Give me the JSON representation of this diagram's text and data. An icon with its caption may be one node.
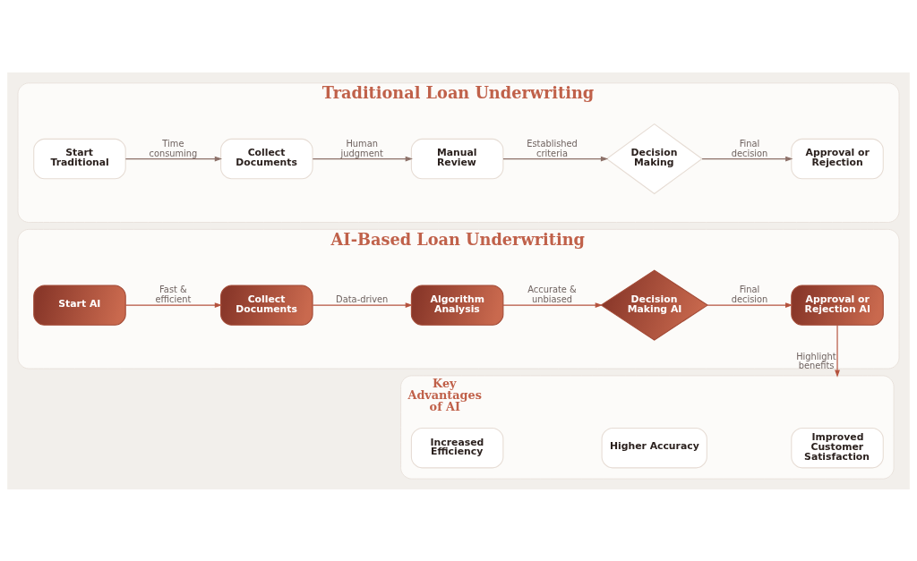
{
  "diagram": {
    "nodes": [
      {
        "text": [
          "Traditional Loan Underwriting"
        ]
      },
      {
        "text": [
          "Start Traditional"
        ],
        "in": 0
      },
      {
        "text": [
          "Collect Documents"
        ],
        "in": 0
      },
      {
        "text": [
          "Manual Review"
        ],
        "in": 0
      },
      {
        "text": [
          "Decision Making"
        ],
        "in": 0
      },
      {
        "text": [
          "Approval or Rejection"
        ],
        "in": 0
      },
      {
        "text": [
          "AI-Based Loan Underwriting"
        ]
      },
      {
        "text": [
          "Start AI"
        ],
        "in": 6
      },
      {
        "text": [
          "Collect Documents"
        ],
        "in": 6
      },
      {
        "text": [
          "Algorithm Analysis"
        ],
        "in": 6
      },
      {
        "text": [
          "Decision Making AI"
        ],
        "in": 6
      },
      {
        "text": [
          "Approval or Rejection AI"
        ],
        "in": 6
      },
      {
        "text": [
          "Key Advantages of AI"
        ]
      },
      {
        "text": [
          "Increased Efficiency"
        ],
        "in": 12
      },
      {
        "text": [
          "Higher Accuracy"
        ],
        "in": 12
      },
      {
        "text": [
          "Improved Customer Satisfaction"
        ],
        "in": 12
      }
    ],
    "edges": [
      {
        "from": 1,
        "to": 2,
        "arrow": "to",
        "label": "Time consuming",
        "color": "#8c7068"
      },
      {
        "from": 2,
        "to": 3,
        "arrow": "to",
        "label": "Human judgment",
        "color": "#8c7068"
      },
      {
        "from": 3,
        "to": 4,
        "arrow": "to",
        "label": "Established criteria",
        "color": "#8c7068"
      },
      {
        "from": 4,
        "to": 5,
        "arrow": "to",
        "label": "Final decision",
        "color": "#8c7068"
      },
      {
        "from": 7,
        "to": 8,
        "arrow": "to",
        "label": "Fast & efficient"
      },
      {
        "from": 8,
        "to": 9,
        "arrow": "to",
        "label": "Data-driven"
      },
      {
        "from": 9,
        "to": 10,
        "arrow": "to",
        "label": "Accurate & unbiased"
      },
      {
        "from": 10,
        "to": 11,
        "arrow": "to",
        "label": "Final decision"
      },
      {
        "from": 11,
        "to": 12,
        "arrow": "to",
        "label": "Highlight benefits"
      }
    ]
  }
}
